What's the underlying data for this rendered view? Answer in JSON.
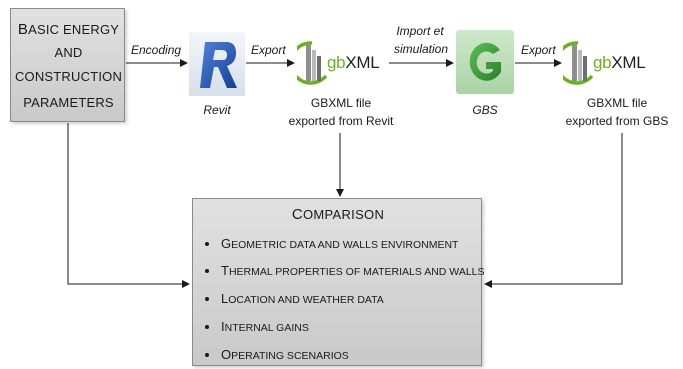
{
  "params_box": {
    "line1_first": "B",
    "line1_rest": "ASIC ENERGY",
    "line2": "AND",
    "line3": "CONSTRUCTION",
    "line4": "PARAMETERS"
  },
  "edges": {
    "encoding": "Encoding",
    "export_revit": "Export",
    "import_line1": "Import et",
    "import_line2": "simulation",
    "export_gbs": "Export"
  },
  "revit": {
    "caption": "Revit",
    "logo_letter": "R"
  },
  "gbs": {
    "caption": "GBS",
    "logo_letter": "G"
  },
  "gbxml_revit": {
    "logo_gb": "gb",
    "logo_xml": "XML",
    "caption_line1": "GBXML file",
    "caption_line2": "exported from Revit"
  },
  "gbxml_gbs": {
    "logo_gb": "gb",
    "logo_xml": "XML",
    "caption_line1": "GBXML file",
    "caption_line2": "exported from GBS"
  },
  "comparison": {
    "title_first": "C",
    "title_rest": "OMPARISON",
    "items": [
      {
        "first": "G",
        "rest": "EOMETRIC DATA AND WALLS ENVIRONMENT"
      },
      {
        "first": "T",
        "rest": "HERMAL PROPERTIES OF MATERIALS AND WALLS"
      },
      {
        "first": "L",
        "rest": "OCATION AND WEATHER DATA"
      },
      {
        "first": "I",
        "rest": "NTERNAL GAINS"
      },
      {
        "first": "O",
        "rest": "PERATING SCENARIOS"
      }
    ]
  },
  "colors": {
    "revit_blue": "#1f4fa8",
    "gbs_green": "#3f9a3a",
    "gbxml_green": "#6ab023",
    "box_gray": "#d2d2d2"
  }
}
